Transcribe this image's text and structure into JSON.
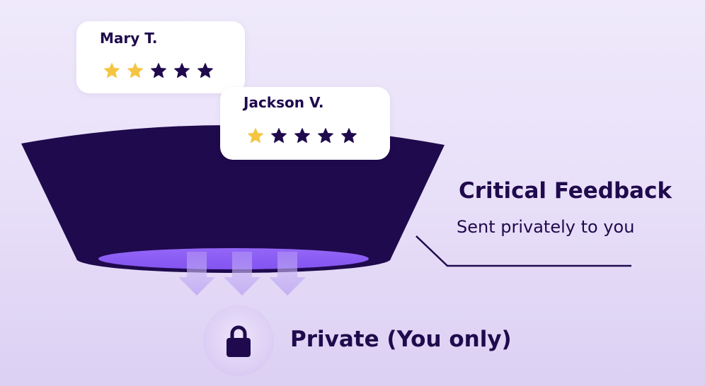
{
  "colors": {
    "background_top": "#efe9fb",
    "background_bottom": "#dcd0f3",
    "funnel": "#1f0a4d",
    "funnel_opening": "#8b5cf6",
    "text": "#1f0a4d",
    "star_filled": "#f5c542",
    "star_empty": "#1f0a4d",
    "card": "#ffffff"
  },
  "reviews": [
    {
      "name": "Mary T.",
      "rating": 2,
      "max_rating": 5,
      "star_icon": "star-icon"
    },
    {
      "name": "Jackson V.",
      "rating": 1,
      "max_rating": 5,
      "star_icon": "star-icon"
    }
  ],
  "callout": {
    "title": "Critical Feedback",
    "subtitle": "Sent privately to you"
  },
  "destination": {
    "icon": "lock-icon",
    "label": "Private (You only)"
  },
  "arrows": {
    "icon": "arrow-down-icon",
    "count": 3
  }
}
